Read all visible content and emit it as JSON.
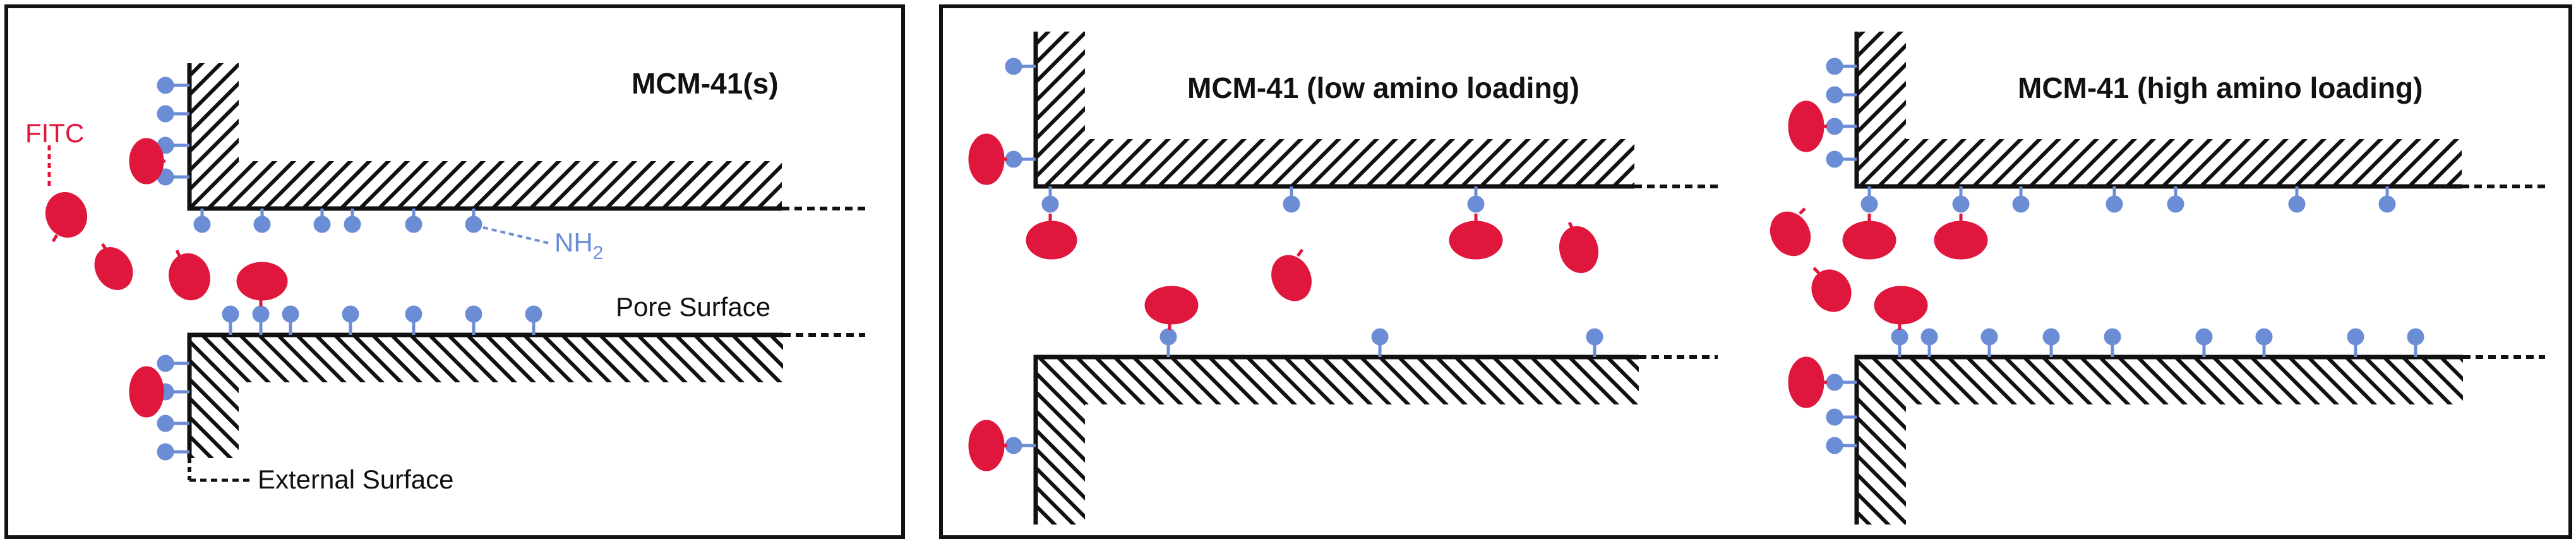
{
  "colors": {
    "amino": "#6B8DD6",
    "fitc": "#E0173C",
    "ink": "#111111"
  },
  "left_panel": {
    "title": "MCM-41(s)",
    "fitc_label": "FITC",
    "nh2_prefix": "NH",
    "nh2_subscript": "2",
    "pore_surface_label": "Pore Surface",
    "external_surface_label": "External Surface"
  },
  "right_panel": {
    "low_title": "MCM-41 (low amino loading)",
    "high_title": "MCM-41 (high amino loading)"
  }
}
